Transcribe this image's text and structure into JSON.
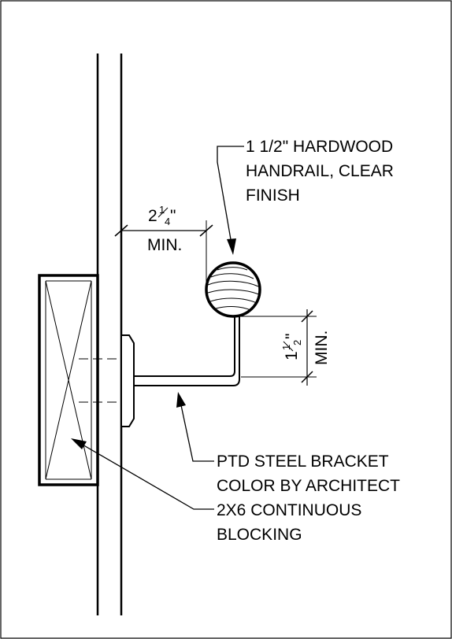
{
  "handrail_note": {
    "line1": "1 1/2\" HARDWOOD",
    "line2": "HANDRAIL, CLEAR",
    "line3": "FINISH"
  },
  "clearance_dim": {
    "whole": "2",
    "num": "1",
    "den": "4",
    "inch": "\"",
    "note": "MIN."
  },
  "height_dim": {
    "whole": "1",
    "num": "1",
    "den": "2",
    "inch": "\"",
    "note": "MIN."
  },
  "bracket_note": {
    "line1": "PTD STEEL BRACKET",
    "line2": "COLOR BY ARCHITECT"
  },
  "blocking_note": {
    "line1": "2X6 CONTINUOUS",
    "line2": "BLOCKING"
  }
}
